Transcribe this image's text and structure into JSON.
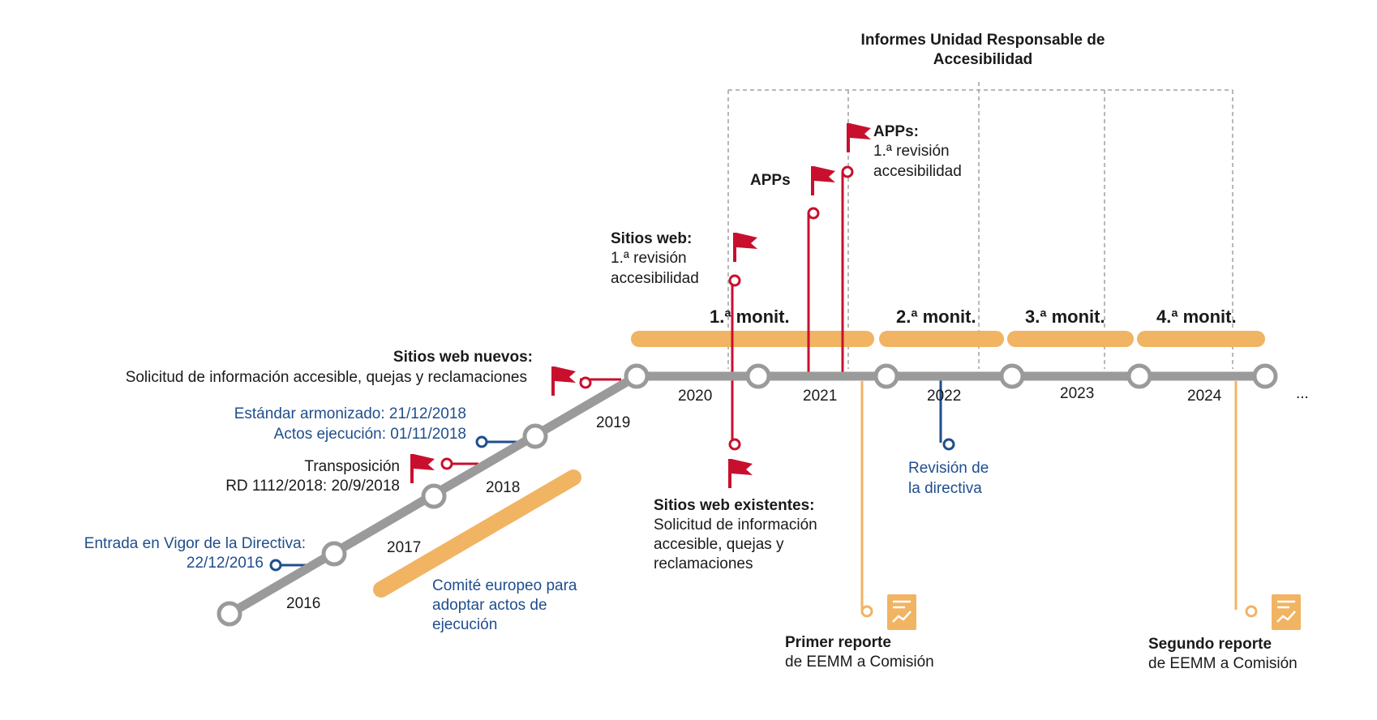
{
  "header": {
    "title_line1": "Informes Unidad Responsable de",
    "title_line2": "Accesibilidad"
  },
  "years": [
    "2016",
    "2017",
    "2018",
    "2019",
    "2020",
    "2021",
    "2022",
    "2023",
    "2024"
  ],
  "ellipsis": "...",
  "monitoring": [
    "1.ª monit.",
    "2.ª monit.",
    "3.ª monit.",
    "4.ª monit."
  ],
  "events": {
    "entry_into_force": {
      "line1": "Entrada en Vigor de la Directiva:",
      "line2": "22/12/2016"
    },
    "transposition": {
      "line1": "Transposición",
      "line2": "RD 1112/2018: 20/9/2018"
    },
    "standard": {
      "line1": "Estándar armonizado: 21/12/2018",
      "line2": "Actos ejecución: 01/11/2018"
    },
    "new_sites": {
      "title": "Sitios web nuevos:",
      "line1": "Solicitud de información accesible, quejas y reclamaciones"
    },
    "committee": {
      "line1": "Comité europeo para",
      "line2": "adoptar actos de",
      "line3": "ejecución"
    },
    "sites_review": {
      "title": "Sitios web:",
      "line1": "1.ª revisión",
      "line2": "accesibilidad"
    },
    "apps": {
      "title": "APPs"
    },
    "apps_review": {
      "title": "APPs:",
      "line1": "1.ª revisión",
      "line2": "accesibilidad"
    },
    "existing_sites": {
      "title": "Sitios web existentes:",
      "line1": "Solicitud de información",
      "line2": "accesible, quejas y",
      "line3": "reclamaciones"
    },
    "directive_review": {
      "line1": "Revisión de",
      "line2": "la directiva"
    },
    "first_report": {
      "title": "Primer reporte",
      "line1": "de EEMM a Comisión"
    },
    "second_report": {
      "title": "Segundo reporte",
      "line1": "de EEMM a Comisión"
    }
  },
  "colors": {
    "timeline": "#9a9a9a",
    "red": "#c8102e",
    "blue": "#1f4e8c",
    "orange": "#f0b463",
    "dashed": "#a0a0a0",
    "text": "#1a1a1a"
  }
}
